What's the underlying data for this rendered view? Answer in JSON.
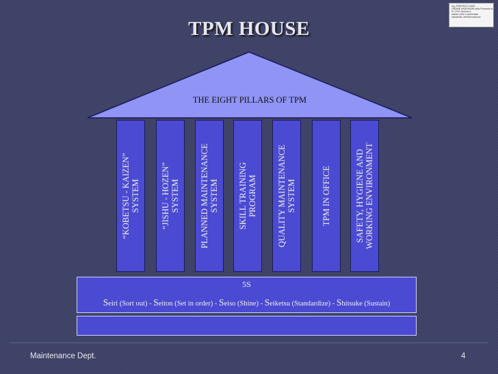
{
  "slide": {
    "title": "TPM HOUSE",
    "footer_left": "Maintenance Dept.",
    "page_number": "4"
  },
  "stamp": {
    "lines": [
      "Ing. FEDERICO GUIDI",
      "ORDINE INGEGNERI della Provincia di PISA",
      "N° 1970 Sezione A",
      "settore civile e ambientale",
      "industriale, dell'informazione"
    ]
  },
  "roof": {
    "label": "THE EIGHT PILLARS OF TPM"
  },
  "pillars": [
    {
      "label": "“KOBETSU - KAIZEN”\nSYSTEM"
    },
    {
      "label": "“JISHU - HOZEN”\nSYSTEM"
    },
    {
      "label": "PLANNED MAINTENANCE\nSYSTEM"
    },
    {
      "label": "SKILL TRAINING\nPROGRAM"
    },
    {
      "label": "QUALITY MAINTENANCE\nSYSTEM"
    },
    {
      "label": "TPM IN OFFICE"
    },
    {
      "label": "SAFETY, HYGIENE AND\nWORKING ENVIRONMENT"
    }
  ],
  "base": {
    "title": "5S",
    "items": [
      {
        "initial": "S",
        "rest": "eiri (Sort out)"
      },
      {
        "initial": "S",
        "rest": "eiton (Set in order)"
      },
      {
        "initial": "S",
        "rest": "eiso (Shine)"
      },
      {
        "initial": "S",
        "rest": "eiketsu (Standardize)"
      },
      {
        "initial": "S",
        "rest": "hitsuke (Sustain)"
      }
    ],
    "separator": " - "
  },
  "colors": {
    "background": "#3a3e63",
    "roof": "#8f94f5",
    "pillar": "#4a4ad2",
    "title": "#e6e6ee"
  }
}
